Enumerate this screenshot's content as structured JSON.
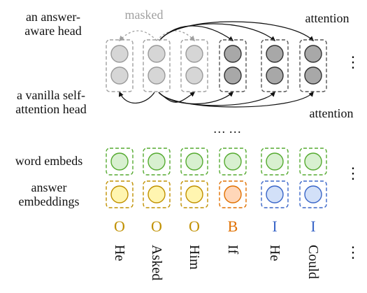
{
  "labels": {
    "answer_aware_head": [
      "an answer-",
      "aware head"
    ],
    "vanilla_head": [
      "a vanilla self-",
      "attention head"
    ],
    "word_embeds": "word embeds",
    "answer_embeddings": [
      "answer",
      "embeddings"
    ],
    "masked": "masked",
    "attention_top": "attention",
    "attention_bottom": "attention",
    "ellipsis_middle": "… …",
    "ellipsis_v": "⋮"
  },
  "tokens": [
    {
      "word": "He",
      "tag": "O",
      "tag_color": "#c09000",
      "answer_stroke": "#c09000",
      "answer_fill": "#fff5b0"
    },
    {
      "word": "Asked",
      "tag": "O",
      "tag_color": "#c09000",
      "answer_stroke": "#c09000",
      "answer_fill": "#fff5b0"
    },
    {
      "word": "Him",
      "tag": "O",
      "tag_color": "#c09000",
      "answer_stroke": "#c09000",
      "answer_fill": "#fff5b0"
    },
    {
      "word": "If",
      "tag": "B",
      "tag_color": "#e07000",
      "answer_stroke": "#e07000",
      "answer_fill": "#ffd6b8"
    },
    {
      "word": "He",
      "tag": "I",
      "tag_color": "#3a66c8",
      "answer_stroke": "#3a66c8",
      "answer_fill": "#d2e0f8"
    },
    {
      "word": "Could",
      "tag": "I",
      "tag_color": "#3a66c8",
      "answer_stroke": "#3a66c8",
      "answer_fill": "#d2e0f8"
    }
  ],
  "colors": {
    "word_stroke": "#55aa30",
    "word_fill": "#d8f0d0",
    "masked_node_fill": "#d6d6d6",
    "masked_node_stroke": "#9a9a9a",
    "masked_box_stroke": "#a0a0a0",
    "active_node_fill": "#a8a8a8",
    "active_node_stroke": "#333333",
    "active_box_stroke": "#555555",
    "masked_text": "#a0a0a0",
    "arrow": "#111111",
    "masked_arrow": "#a0a0a0"
  }
}
